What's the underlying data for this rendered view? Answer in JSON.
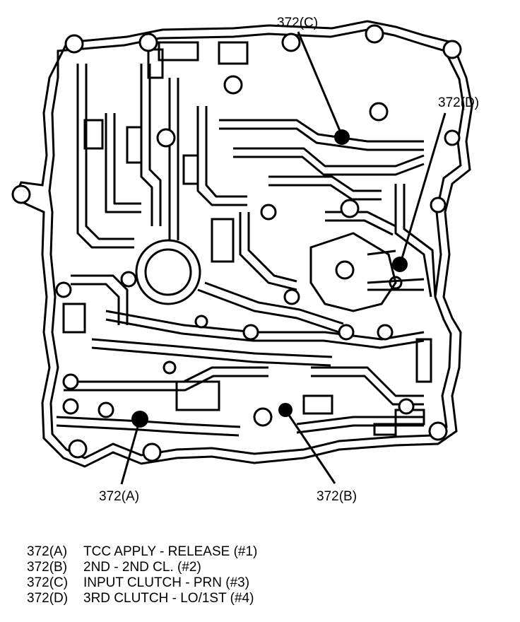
{
  "callouts": [
    {
      "id": "A",
      "label": "372(A)"
    },
    {
      "id": "B",
      "label": "372(B)"
    },
    {
      "id": "C",
      "label": "372(C)"
    },
    {
      "id": "D",
      "label": "372(D)"
    }
  ],
  "legend": [
    {
      "code": "372(A)",
      "description": "TCC APPLY - RELEASE (#1)"
    },
    {
      "code": "372(B)",
      "description": "2ND - 2ND CL. (#2)"
    },
    {
      "code": "372(C)",
      "description": "INPUT CLUTCH - PRN (#3)"
    },
    {
      "code": "372(D)",
      "description": "3RD CLUTCH - LO/1ST (#4)"
    }
  ]
}
